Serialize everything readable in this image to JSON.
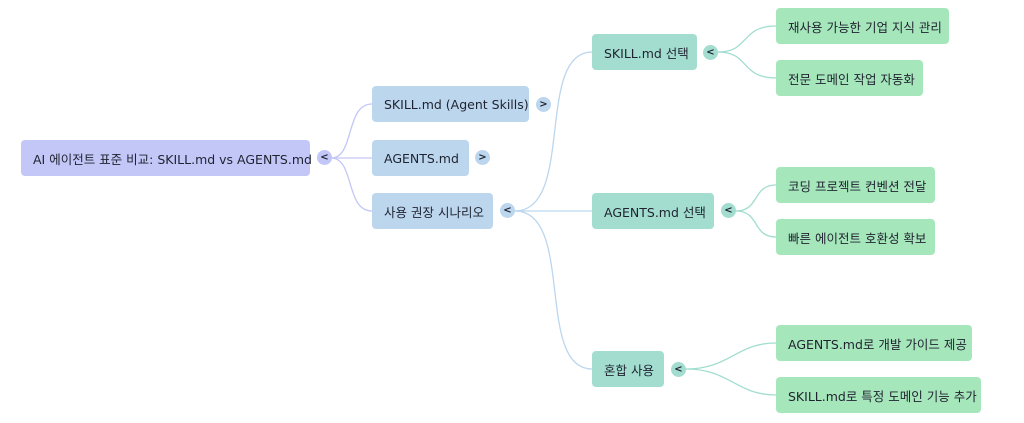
{
  "mindmap": {
    "root": {
      "label": "AI 에이전트 표준 비교: SKILL.md vs AGENTS.md",
      "toggle": "<"
    },
    "branches": [
      {
        "label": "SKILL.md (Agent Skills)",
        "toggle": ">"
      },
      {
        "label": "AGENTS.md",
        "toggle": ">"
      },
      {
        "label": "사용 권장 시나리오",
        "toggle": "<",
        "children": [
          {
            "label": "SKILL.md 선택",
            "toggle": "<",
            "children": [
              "재사용 가능한 기업 지식 관리",
              "전문 도메인 작업 자동화"
            ]
          },
          {
            "label": "AGENTS.md 선택",
            "toggle": "<",
            "children": [
              "코딩 프로젝트 컨벤션 전달",
              "빠른 에이전트 호환성 확보"
            ]
          },
          {
            "label": "혼합 사용",
            "toggle": "<",
            "children": [
              "AGENTS.md로 개발 가이드 제공",
              "SKILL.md로 특정 도메인 기능 추가"
            ]
          }
        ]
      }
    ]
  },
  "colors": {
    "root": "#c3c7f7",
    "level1": "#bcd6ee",
    "level2": "#a2ddd0",
    "level3": "#a6e6bb",
    "edge_level1": "#c3c7f7",
    "edge_level2": "#bcd6ee",
    "edge_level3": "#a2ddd0"
  }
}
